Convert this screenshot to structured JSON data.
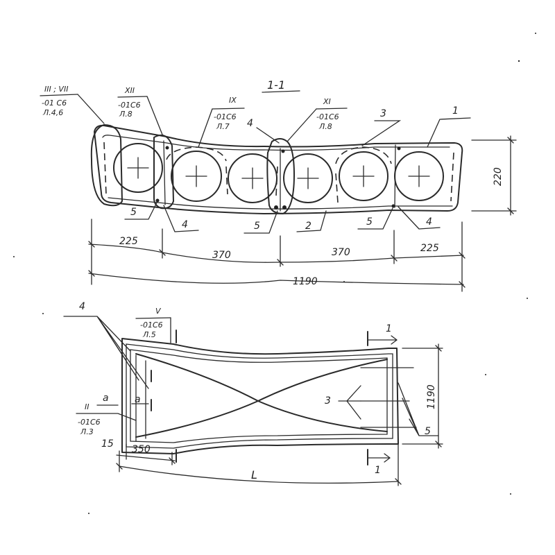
{
  "section_title": "1-1",
  "section": {
    "tags": [
      {
        "roman": "III ; VII",
        "line2": "-01 С6",
        "line3": "Л.4,6"
      },
      {
        "roman": "XII",
        "line2": "-01С6",
        "line3": "Л.8"
      },
      {
        "roman": "IX",
        "line2": "-01С6",
        "line3": "Л.7"
      },
      {
        "roman": "XI",
        "line2": "-01С6",
        "line3": "Л.8"
      }
    ],
    "callouts": {
      "c1": "1",
      "c3": "3",
      "c4a": "4",
      "c4b": "4",
      "c4c": "4",
      "c5a": "5",
      "c5b": "5",
      "c5c": "5",
      "c2": "2"
    },
    "dims": {
      "d225a": "225",
      "d370a": "370",
      "d370b": "370",
      "d225b": "225",
      "total": "1190",
      "height": "220"
    }
  },
  "plan": {
    "tag_top": {
      "roman": "V",
      "line2": "-01С6",
      "line3": "Л.5"
    },
    "tag_left": {
      "roman": "II",
      "line2": "-01С6",
      "line3": "Л.3"
    },
    "callouts": {
      "c4": "4",
      "c3": "3",
      "c5": "5",
      "a1": "a",
      "a2": "a"
    },
    "section_marks": {
      "top": "1",
      "bottom": "1"
    },
    "dims": {
      "d15": "15",
      "d350": "350",
      "length": "L",
      "width": "1190"
    }
  }
}
